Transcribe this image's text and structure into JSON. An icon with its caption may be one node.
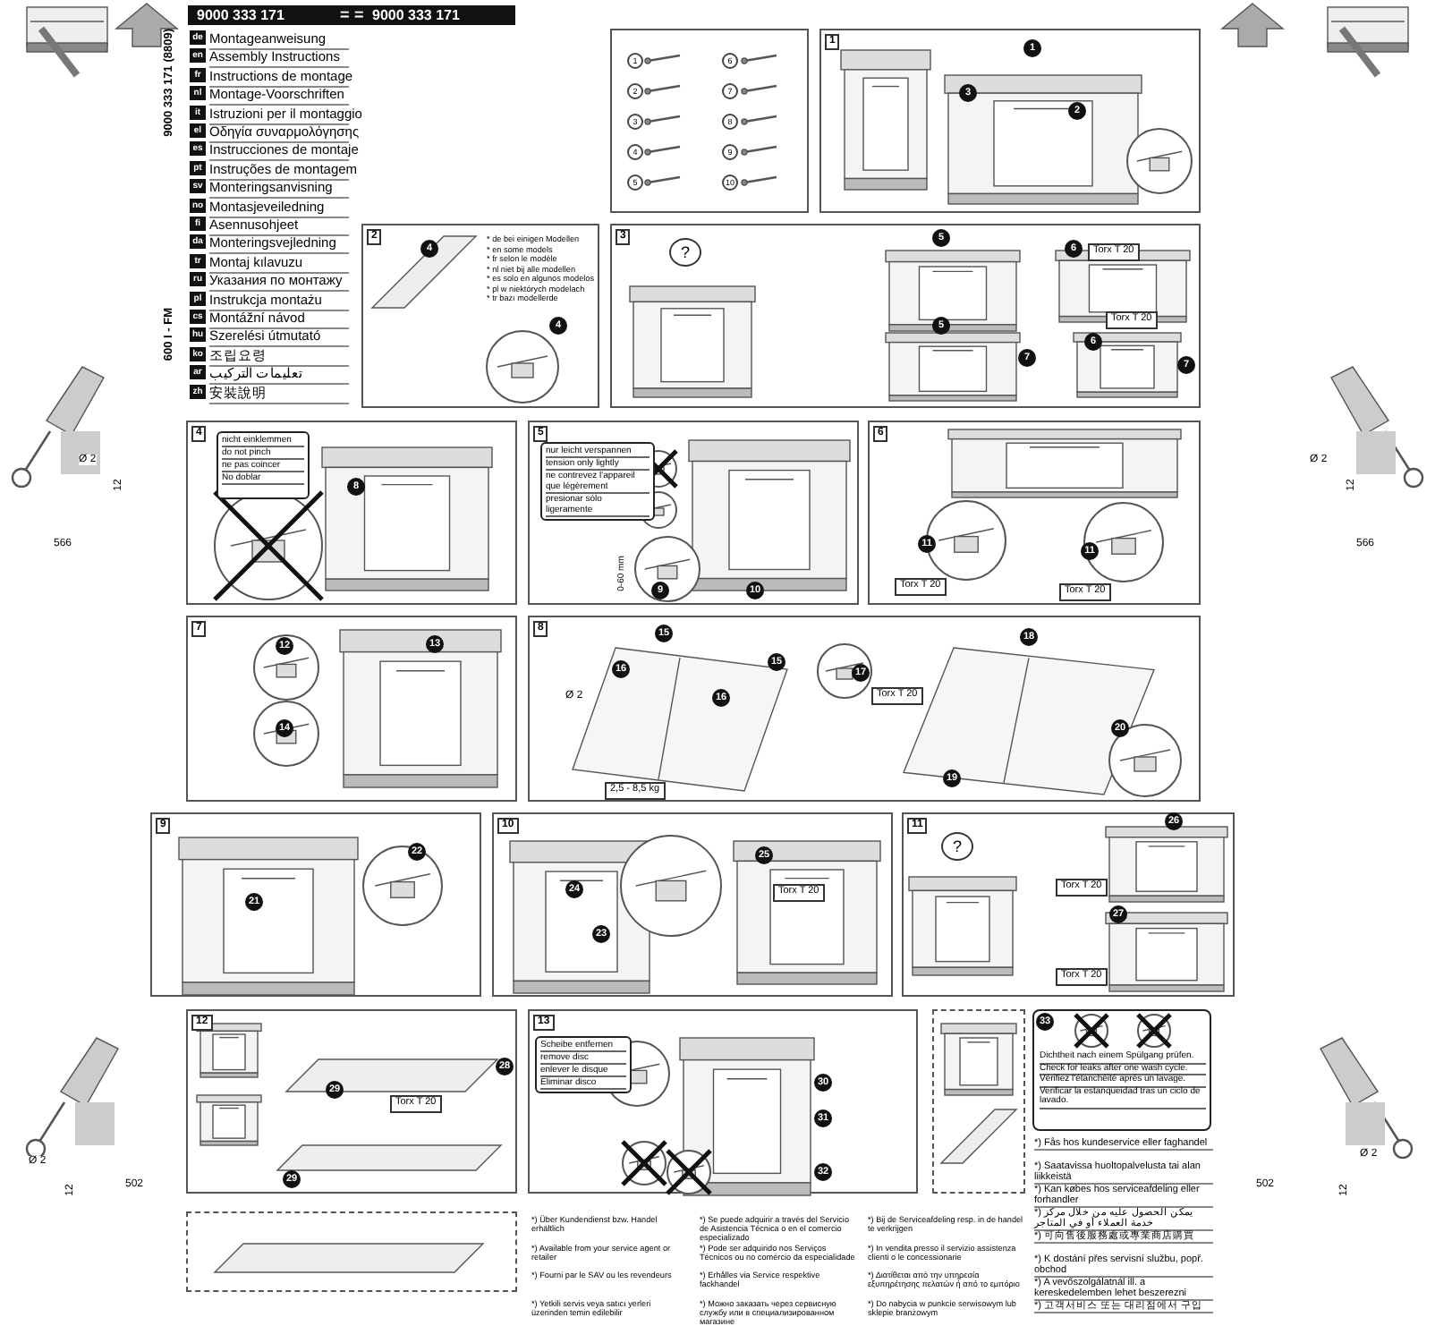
{
  "diagram": {
    "nodes": [
      {
        "text": [],
        "shape": "box"
      },
      {
        "text": [
          "1"
        ]
      },
      {
        "text": [
          "2"
        ]
      },
      {
        "text": [
          "3"
        ]
      },
      {
        "text": [
          "4"
        ]
      },
      {
        "text": [
          "nicht einklemmen",
          "do not pinch",
          "ne pas coincer",
          "No doblar"
        ],
        "in": 4
      },
      {
        "text": [
          "5"
        ]
      },
      {
        "text": [
          "nur leicht verspannen",
          "tension only lightly",
          "ne contrevez l'appareil que légèrement",
          "presionar sólo ligeramente"
        ],
        "in": 6
      },
      {
        "text": [
          "6"
        ]
      },
      {
        "text": [
          "7"
        ]
      },
      {
        "text": [
          "8"
        ]
      },
      {
        "text": [
          "9"
        ]
      },
      {
        "text": [
          "10"
        ]
      },
      {
        "text": [
          "11"
        ]
      },
      {
        "text": [
          "12"
        ]
      },
      {
        "text": [
          "13"
        ]
      },
      {
        "text": [
          "Scheibe entfernen",
          "remove disc",
          "enlever le disque",
          "Eliminar disco"
        ],
        "in": 15
      },
      {
        "text": [],
        "shape": "box"
      },
      {
        "text": [
          "Dichtheit nach einem Spülgang prüfen.",
          "Check for leaks after one wash cycle.",
          "Vérifiez l'étanchéité après un lavage.",
          "Verificar la estanqueidad tras un ciclo de lavado."
        ]
      },
      {
        "text": [],
        "shape": "box"
      }
    ],
    "labels": [
      "9000 333 171",
      "=",
      "=",
      "9000 333 171",
      "9000 333 171 (8809)",
      "600 I - FM",
      "de",
      "Montageanweisung",
      "en",
      "Assembly Instructions",
      "fr",
      "Instructions de montage",
      "nl",
      "Montage-Voorschriften",
      "it",
      "Istruzioni per il montaggio",
      "el",
      "Οδηγία συναρμολόγησης",
      "es",
      "Instrucciones de montaje",
      "pt",
      "Instruções de montagem",
      "sv",
      "Monteringsanvisning",
      "no",
      "Montasjeveiledning",
      "fi",
      "Asennusohjeet",
      "da",
      "Monteringsvejledning",
      "tr",
      "Montaj kılavuzu",
      "ru",
      "Указания по монтажу",
      "pl",
      "Instrukcja montażu",
      "cs",
      "Montážní návod",
      "hu",
      "Szerelési útmutató",
      "ko",
      "조립요령",
      "ar",
      "تعليمات التركيب",
      "zh",
      "安裝說明",
      "Ø 2",
      "12",
      "566",
      "Ø 2",
      "12",
      "566",
      "Ø 2",
      "12",
      "502",
      "502",
      "Ø 2",
      "12",
      "1",
      "2",
      "3",
      "4",
      "5",
      "6",
      "7",
      "8",
      "9",
      "10",
      "1",
      "2",
      "3",
      "4",
      "4",
      "* de bei einigen Modellen",
      "* en some models",
      "* fr selon le modèle",
      "* nl niet bij alle modellen",
      "* es solo en algunos modelos",
      "* pl w niektórych modelach",
      "* tr bazı modellerde",
      "?",
      "5",
      "6",
      "Torx T 20",
      "Torx T 20",
      "5",
      "7",
      "6",
      "7",
      "8",
      "0-60 mm",
      "9",
      "10",
      "11",
      "11",
      "Torx T 20",
      "Torx T 20",
      "12",
      "13",
      "14",
      "Ø 2",
      "15",
      "16",
      "15",
      "16",
      "2,5 - 8,5 kg",
      "17",
      "Torx T 20",
      "18",
      "19",
      "20",
      "22",
      "21",
      "24",
      "23",
      "25",
      "Torx T 20",
      "?",
      "26",
      "Torx T 20",
      "27",
      "Torx T 20",
      "29",
      "28",
      "Torx T 20",
      "29",
      "30",
      "31",
      "32",
      "33",
      "*) Über Kundendienst bzw. Handel erhältlich",
      "*) Available from your service agent or retailer",
      "*) Fourni par le SAV ou les revendeurs",
      "*) Yetkili servis veya satıcı yerleri üzerinden temin edilebilir",
      "*) Se puede adquirir a través del Servicio de Asistencia Técnica o en el comercio especializado",
      "*) Pode ser adquirido nos Serviços Técnicos ou no comércio da especialidade",
      "*) Erhålles via Service respektive fackhandel",
      "*) Можно заказать через сервисную службу или в специализированном магазине",
      "*) Bij de Serviceafdeling resp. in de handel te verkrijgen",
      "*) In vendita presso il servizio assistenza clienti o le concessionarie",
      "*) Διατίθεται από την υπηρεσία εξυπηρέτησης πελατών ή από το εμπόριο",
      "*) Do nabycia w punkcie serwisowym lub sklepie branżowym",
      "*) Fås hos kundeservice eller faghandel",
      "*) Saatavissa huoltopalvelusta tai alan liikkeistä",
      "*) Kan købes hos serviceafdeling eller forhandler",
      "*) يمكن الحصول عليه من خلال مركز خدمة العملاء أو في المتاجر",
      "*) 可向售後服務處或專業商店購買",
      "*) K dostání přes servisní službu, popř. obchod",
      "*) A vevőszolgálatnál ill. a kereskedelemben lehet beszerezni",
      "*) 고객서비스 또는 대리점에서 구입"
    ]
  }
}
